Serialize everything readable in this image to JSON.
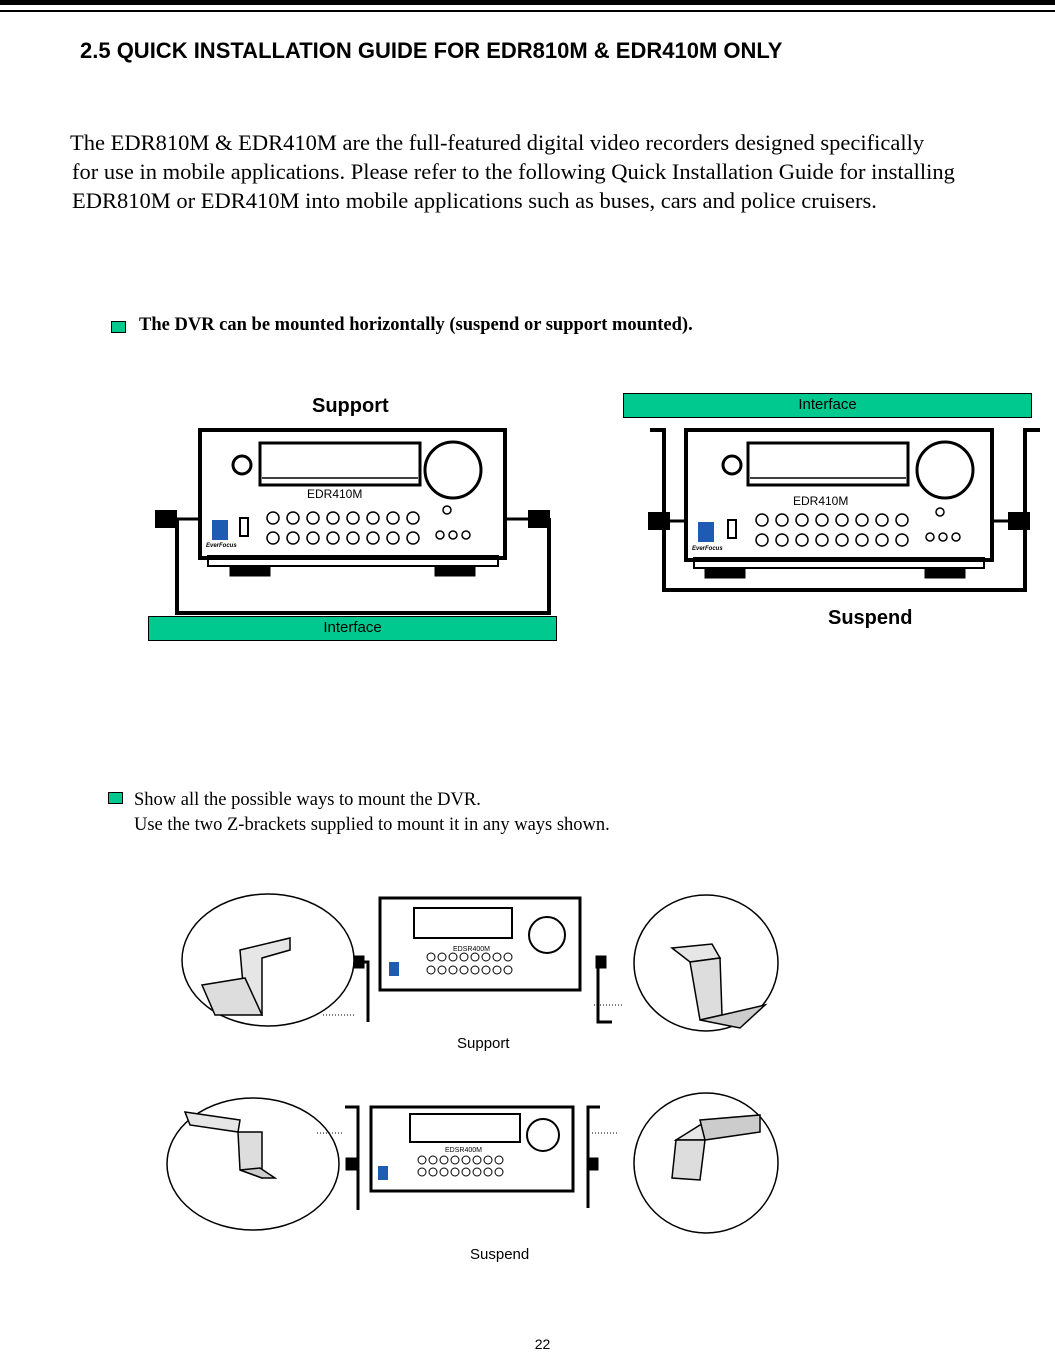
{
  "header": {
    "title": "2.5 QUICK INSTALLATION GUIDE FOR EDR810M & EDR410M ONLY"
  },
  "intro": {
    "line1": "The EDR810M & EDR410M are the full-featured digital video recorders designed specifically",
    "line2": "for use in mobile applications. Please refer to the following Quick Installation Guide for installing",
    "line3": "EDR810M or EDR410M into mobile applications such as buses, cars and police cruisers."
  },
  "section1": {
    "bullet_text": "The DVR can be mounted horizontally (suspend or support mounted).",
    "support_label": "Support",
    "suspend_label": "Suspend",
    "interface_bottom": "Interface",
    "interface_top": "Interface",
    "model_left": "EDR410M",
    "model_right": "EDR410M",
    "brand": "EverFocus"
  },
  "section2": {
    "line1": "Show all the possible ways to mount the DVR.",
    "line2": "Use the two Z-brackets supplied to mount it in any ways shown.",
    "support_caption": "Support",
    "suspend_caption": "Suspend",
    "model_top": "EDSR400M",
    "model_bottom": "EDSR400M"
  },
  "footer": {
    "page_number": "22"
  },
  "colors": {
    "accent": "#00c98f"
  }
}
